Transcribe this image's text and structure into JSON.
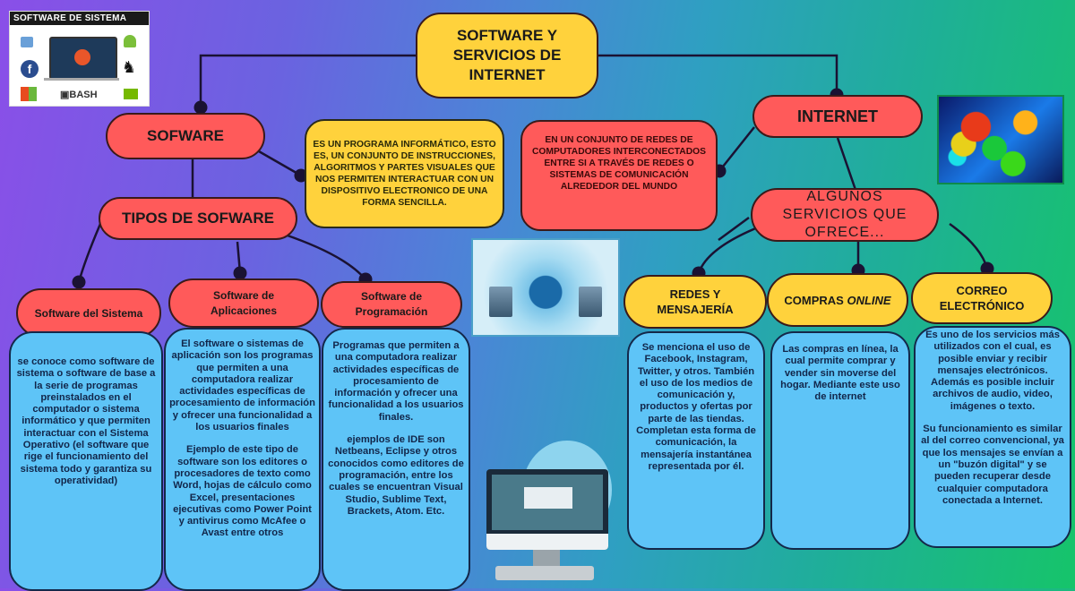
{
  "title": "SOFTWARE Y SERVICIOS DE INTERNET",
  "title_lines": [
    "SOFTWARE Y",
    "SERVICIOS DE",
    "INTERNET"
  ],
  "software": {
    "label": "SOFWARE",
    "definition": "ES UN PROGRAMA INFORMÁTICO, ESTO ES, UN CONJUNTO DE INSTRUCCIONES, ALGORITMOS Y PARTES VISUALES QUE NOS PERMITEN INTERACTUAR CON UN DISPOSITIVO ELECTRONICO DE UNA FORMA SENCILLA.",
    "types_label": "TIPOS DE SOFWARE",
    "image": {
      "banner": "SOFTWARE DE SISTEMA",
      "icons": [
        "Mac OS",
        "Fedora",
        "Windows",
        "Ubuntu laptop",
        "BASH",
        "Android",
        "GNOME",
        "Nvidia"
      ]
    },
    "types": [
      {
        "label": "Software del Sistema",
        "paragraphs": [
          "se conoce como software de sistema o software de base a la serie de programas preinstalados en el computador o sistema informático y que permiten interactuar con el Sistema Operativo (el software que rige el funcionamiento del sistema todo y garantiza su operatividad)"
        ]
      },
      {
        "label": "Software de Aplicaciones",
        "paragraphs": [
          "El software o sistemas de aplicación son los programas que permiten a una computadora realizar actividades específicas de procesamiento de información y ofrecer una funcionalidad a los usuarios finales",
          "Ejemplo de este tipo de software son los editores o procesadores de texto como Word, hojas de cálculo como Excel, presentaciones ejecutivas como Power Point y antivirus como McAfee o Avast entre otros"
        ]
      },
      {
        "label": "Software de Programación",
        "paragraphs": [
          "Programas que permiten a una computadora realizar actividades específicas de procesamiento de información y ofrecer una funcionalidad a los usuarios finales.",
          "ejemplos de IDE son Netbeans, Eclipse y otros conocidos como editores de programación, entre los cuales se encuentran Visual Studio, Sublime Text, Brackets, Atom. Etc."
        ]
      }
    ]
  },
  "internet": {
    "label": "INTERNET",
    "definition": "EN UN CONJUNTO DE REDES DE COMPUTADORES INTERCONECTADOS ENTRE SI A TRAVÉS DE REDES O SISTEMAS DE COMUNICACIÓN ALREDEDOR DEL MUNDO",
    "services_label": "ALGUNOS SERVICIOS QUE OFRECE...",
    "services": [
      {
        "label": "REDES Y MENSAJERÍA",
        "paragraphs": [
          "Se menciona el uso de Facebook, Instagram, Twitter, y otros. También el uso de los medios de comunicación y, productos y ofertas por parte de las tiendas. Completan esta forma de comunicación, la mensajería instantánea representada por él."
        ]
      },
      {
        "label_main": "COMPRAS ",
        "label_em": "ONLINE",
        "paragraphs": [
          "Las compras en línea, la cual permite comprar y vender sin moverse del hogar. Mediante este uso de internet"
        ]
      },
      {
        "label": "CORREO ELECTRÓNICO",
        "paragraphs": [
          "Es uno de los servicios más utilizados con el cual, es posible enviar y recibir mensajes electrónicos. Además es posible incluir archivos de audio, video, imágenes o texto.",
          "Su funcionamiento es similar al del correo convencional, ya que los mensajes se envían a un \"buzón digital\" y se pueden recuperar desde cualquier computadora conectada a Internet."
        ]
      }
    ]
  },
  "colors": {
    "red_node": "#ff5a5a",
    "yellow_node": "#ffd23c",
    "blue_box": "#5ec4f7",
    "bg_left": "#8a4fe8",
    "bg_right": "#16c46a"
  }
}
